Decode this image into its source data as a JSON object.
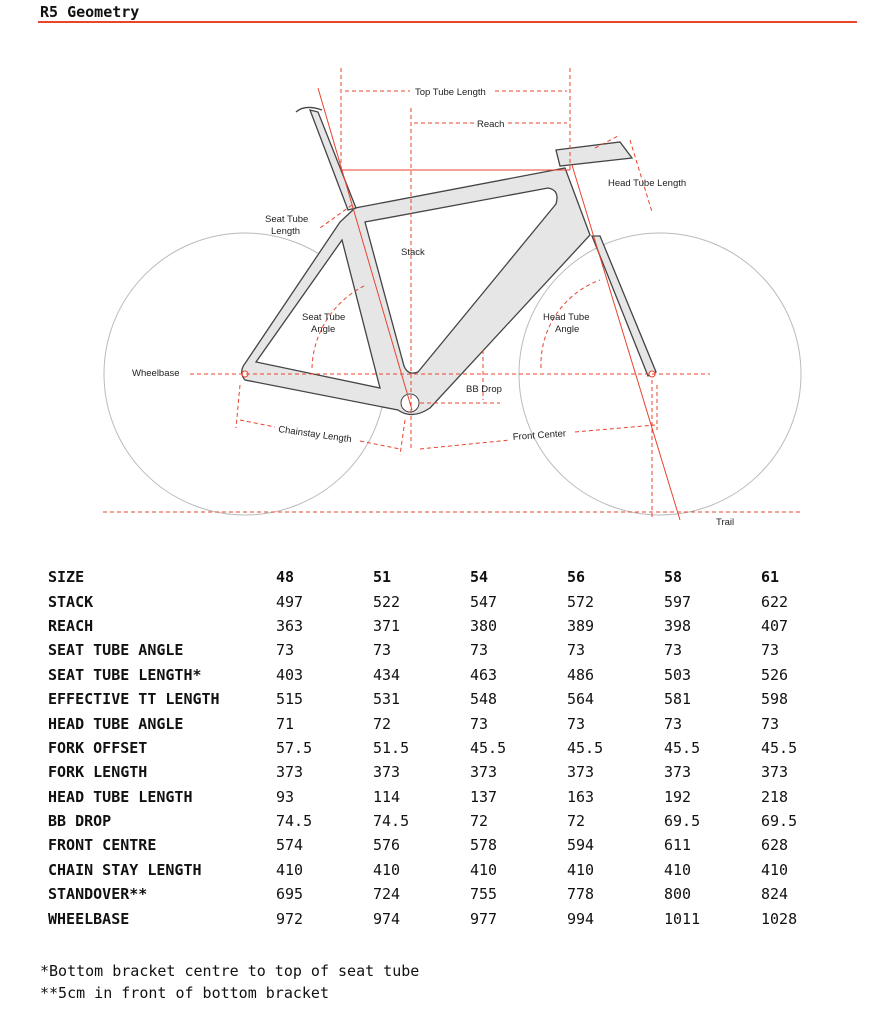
{
  "title": "R5 Geometry",
  "colors": {
    "accent": "#e8442e",
    "frame": "#e6e6e6"
  },
  "diagram_labels": {
    "top_tube_length": "Top Tube Length",
    "reach": "Reach",
    "head_tube_length": "Head Tube Length",
    "seat_tube_length_1": "Seat Tube",
    "seat_tube_length_2": "Length",
    "stack": "Stack",
    "seat_tube_angle_1": "Seat Tube",
    "seat_tube_angle_2": "Angle",
    "head_tube_angle_1": "Head Tube",
    "head_tube_angle_2": "Angle",
    "wheelbase": "Wheelbase",
    "bb_drop": "BB Drop",
    "chainstay_length": "Chainstay Length",
    "front_center": "Front Center",
    "trail": "Trail"
  },
  "table": {
    "header": {
      "label": "SIZE",
      "sizes": [
        "48",
        "51",
        "54",
        "56",
        "58",
        "61"
      ]
    },
    "rows": [
      {
        "label": "STACK",
        "values": [
          "497",
          "522",
          "547",
          "572",
          "597",
          "622"
        ]
      },
      {
        "label": "REACH",
        "values": [
          "363",
          "371",
          "380",
          "389",
          "398",
          "407"
        ]
      },
      {
        "label": "SEAT TUBE ANGLE",
        "values": [
          "73",
          "73",
          "73",
          "73",
          "73",
          "73"
        ]
      },
      {
        "label": "SEAT TUBE LENGTH*",
        "values": [
          "403",
          "434",
          "463",
          "486",
          "503",
          "526"
        ]
      },
      {
        "label": "EFFECTIVE TT LENGTH",
        "values": [
          "515",
          "531",
          "548",
          "564",
          "581",
          "598"
        ]
      },
      {
        "label": "HEAD TUBE ANGLE",
        "values": [
          "71",
          "72",
          "73",
          "73",
          "73",
          "73"
        ]
      },
      {
        "label": "FORK OFFSET",
        "values": [
          "57.5",
          "51.5",
          "45.5",
          "45.5",
          "45.5",
          "45.5"
        ]
      },
      {
        "label": "FORK LENGTH",
        "values": [
          "373",
          "373",
          "373",
          "373",
          "373",
          "373"
        ]
      },
      {
        "label": "HEAD TUBE LENGTH",
        "values": [
          "93",
          "114",
          "137",
          "163",
          "192",
          "218"
        ]
      },
      {
        "label": "BB DROP",
        "values": [
          "74.5",
          "74.5",
          "72",
          "72",
          "69.5",
          "69.5"
        ]
      },
      {
        "label": "FRONT CENTRE",
        "values": [
          "574",
          "576",
          "578",
          "594",
          "611",
          "628"
        ]
      },
      {
        "label": "CHAIN STAY LENGTH",
        "values": [
          "410",
          "410",
          "410",
          "410",
          "410",
          "410"
        ]
      },
      {
        "label": "STANDOVER**",
        "values": [
          "695",
          "724",
          "755",
          "778",
          "800",
          "824"
        ]
      },
      {
        "label": "WHEELBASE",
        "values": [
          "972",
          "974",
          "977",
          "994",
          "1011",
          "1028"
        ]
      }
    ]
  },
  "footnotes": [
    "*Bottom bracket centre to top of seat tube",
    "**5cm in front of bottom bracket"
  ]
}
